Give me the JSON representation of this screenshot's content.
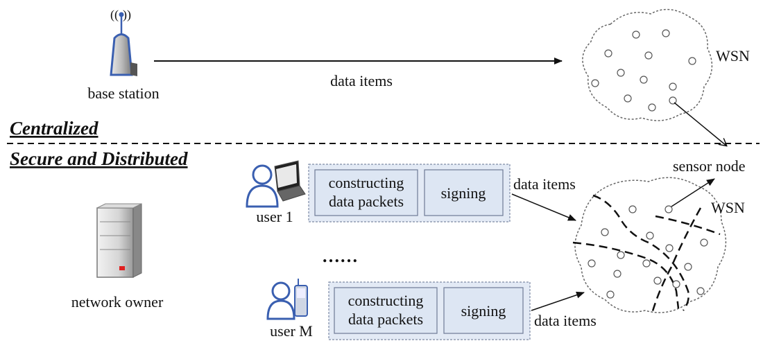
{
  "top": {
    "base_station_label": "base station",
    "arrow_label": "data items",
    "wsn_label": "WSN"
  },
  "modes": {
    "centralized": "Centralized",
    "distributed": "Secure and Distributed"
  },
  "sensor_node_label": "sensor node",
  "owner_label": "network owner",
  "users": [
    {
      "name": "user 1",
      "step1_line1": "constructing",
      "step1_line2": "data packets",
      "step2": "signing",
      "arrow_label": "data items"
    },
    {
      "name": "user M",
      "step1_line1": "constructing",
      "step1_line2": "data packets",
      "step2": "signing",
      "arrow_label": "data items"
    }
  ],
  "ellipsis": "……",
  "bottom_wsn_label": "WSN",
  "colors": {
    "icon_blue": "#3a5fb0",
    "process_fill": "#dde6f3",
    "led": "#e02020"
  }
}
